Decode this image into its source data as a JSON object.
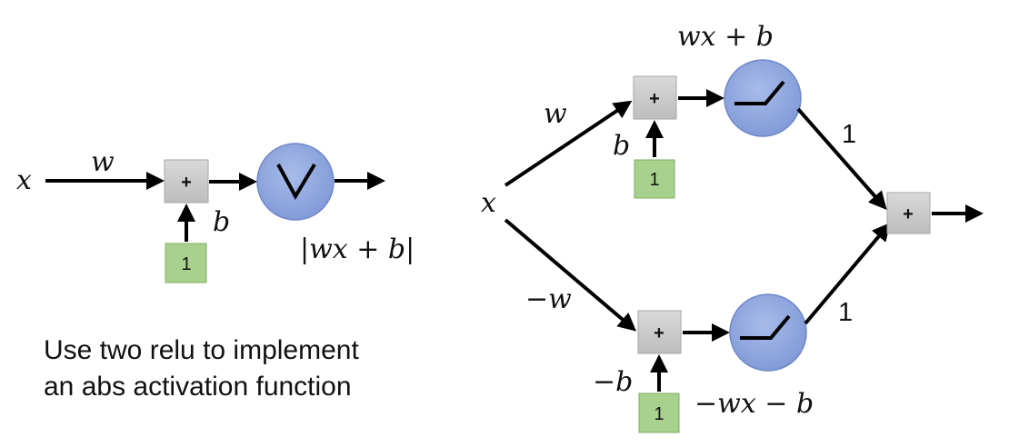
{
  "left": {
    "input_label": "x",
    "weight_label": "w",
    "bias_label": "b",
    "sum_symbol": "+",
    "const_one": "1",
    "output_label": "|wx + b|"
  },
  "right": {
    "input_label": "x",
    "top_weight_label": "w",
    "top_bias_label": "b",
    "top_sum_symbol": "+",
    "top_const_one": "1",
    "top_output_label": "wx + b",
    "top_out_weight": "1",
    "bottom_weight_label": "−w",
    "bottom_bias_label": "−b",
    "bottom_sum_symbol": "+",
    "bottom_const_one": "1",
    "bottom_output_label": "−wx − b",
    "bottom_out_weight": "1",
    "final_sum_symbol": "+"
  },
  "caption": {
    "line1": "Use two relu to implement",
    "line2": "an abs activation function"
  },
  "colors": {
    "sum_box_fill": "#c9c9c9",
    "const_box_fill": "#a9d18e",
    "activation_fill": "#8fa7dd",
    "stroke": "#000000"
  }
}
